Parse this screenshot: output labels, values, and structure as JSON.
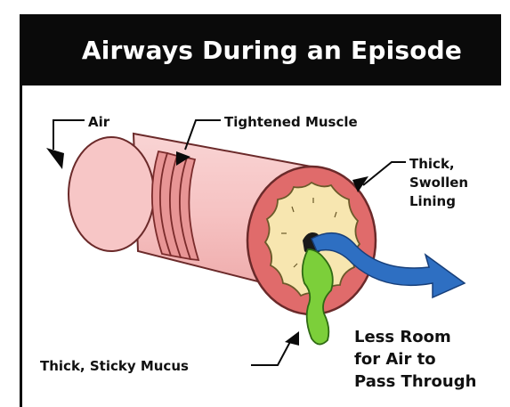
{
  "title": "Airways During an Episode",
  "labels": {
    "air": "Air",
    "tightened_muscle": "Tightened Muscle",
    "lining": [
      "Thick,",
      "Swollen",
      "Lining"
    ],
    "mucus": "Thick, Sticky Mucus",
    "less_room": [
      "Less Room",
      "for Air to",
      "Pass Through"
    ]
  },
  "colors": {
    "title_bar": "#0a0a0a",
    "airway_pink": "#f6c4c4",
    "muscle_red": "#d96a6a",
    "lining_cream": "#f7e6b0",
    "mucus_green": "#7ccf3a",
    "airflow_blue": "#2e6fc2"
  }
}
